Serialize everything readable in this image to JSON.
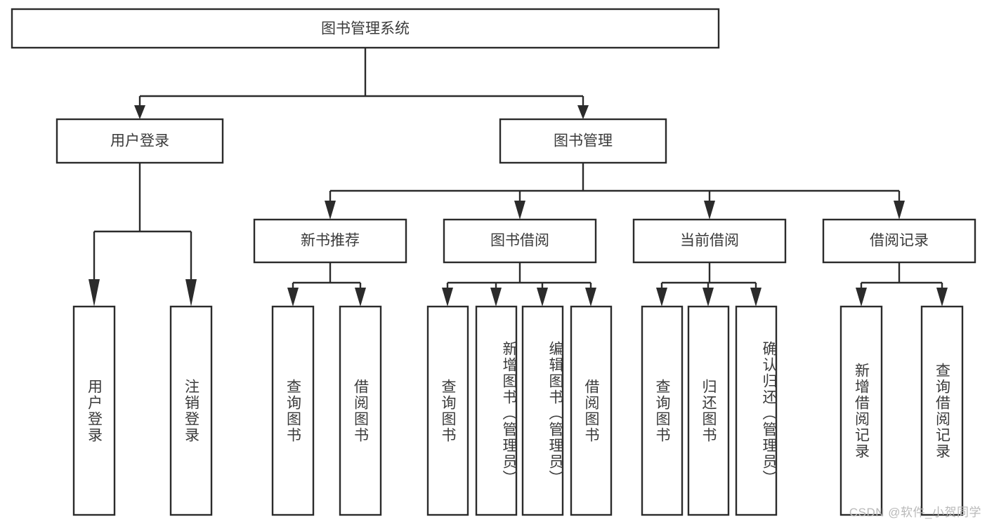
{
  "diagram": {
    "title": "图书管理系统",
    "watermark": "CSDN @软件_小贺同学",
    "colors": {
      "box_stroke": "#2b2b2b",
      "box_fill": "#ffffff",
      "text": "#3a3a3a",
      "watermark": "#b9b9b9",
      "background": "#ffffff"
    },
    "levels": {
      "root": {
        "label": "图书管理系统"
      },
      "level2": [
        {
          "label": "用户登录"
        },
        {
          "label": "图书管理"
        }
      ],
      "level3": [
        {
          "label": "新书推荐"
        },
        {
          "label": "图书借阅"
        },
        {
          "label": "当前借阅"
        },
        {
          "label": "借阅记录"
        }
      ],
      "leaves": [
        {
          "label": "用户登录",
          "parent": "用户登录"
        },
        {
          "label": "注销登录",
          "parent": "用户登录"
        },
        {
          "label": "查询图书",
          "parent": "新书推荐"
        },
        {
          "label": "借阅图书",
          "parent": "新书推荐"
        },
        {
          "label": "查询图书",
          "parent": "图书借阅"
        },
        {
          "label": "新增图书（管理员）",
          "parent": "图书借阅"
        },
        {
          "label": "编辑图书（管理员）",
          "parent": "图书借阅"
        },
        {
          "label": "借阅图书",
          "parent": "图书借阅"
        },
        {
          "label": "查询图书",
          "parent": "当前借阅"
        },
        {
          "label": "归还图书",
          "parent": "当前借阅"
        },
        {
          "label": "确认归还（管理员）",
          "parent": "当前借阅"
        },
        {
          "label": "新增借阅记录",
          "parent": "借阅记录"
        },
        {
          "label": "查询借阅记录",
          "parent": "借阅记录"
        }
      ]
    }
  }
}
